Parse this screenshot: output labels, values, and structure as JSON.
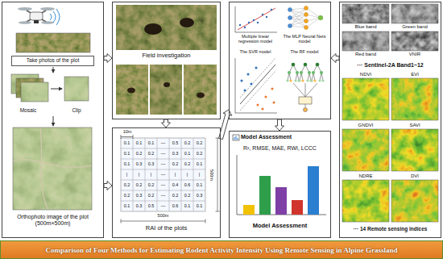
{
  "diagram": {
    "title": "Comparison of Four Methods for Estimating Rodent Activity Intensity Using Remote Sensing in Alpine Grassland",
    "nodes": [
      {
        "text": [
          "Mosaic",
          "Clip",
          "Orthophoto image of the plot (500m×500m)"
        ]
      },
      {
        "text": [
          "Take photos of the plot"
        ],
        "in": 0
      },
      {
        "text": [
          "Field investigation"
        ]
      },
      {
        "text": [
          "RAI of the plots"
        ]
      },
      {
        "text": [
          "Multiple linear regression model",
          "The MLP Neural Nets model",
          "The SVR model",
          "The RF model"
        ]
      },
      {
        "text": [
          "Model Assessment",
          "R², RMSE, MAE, RWI, LCCC",
          "Model Assessment"
        ]
      },
      {
        "text": [
          "Blue band",
          "Green band",
          "Red band",
          "VNIR",
          "··· Sentinel-2A Band1~12",
          "NDVI",
          "EVI",
          "GNDVI",
          "SAVI",
          "NDRE",
          "DVI",
          "··· 14 Remote sensing indices"
        ]
      }
    ],
    "edges": [
      {
        "from": 0,
        "to": 2,
        "arrow": "to"
      },
      {
        "from": 0,
        "to": 3,
        "arrow": "to"
      },
      {
        "from": 2,
        "to": 3,
        "arrow": "to"
      },
      {
        "from": 3,
        "to": 4,
        "arrow": "to"
      },
      {
        "from": 4,
        "to": 5,
        "arrow": "to"
      },
      {
        "from": 6,
        "to": 4,
        "arrow": "to"
      }
    ],
    "labels": [
      "0.1",
      "0.1",
      "0.1",
      "—",
      "0.5",
      "0.2",
      "0.2",
      "0.1",
      "0.2",
      "0.2",
      "—",
      "0.3",
      "0.1",
      "0.2",
      "0.1",
      "0.3",
      "0.3",
      "—",
      "0.2",
      "0.2",
      "0.1",
      "|",
      "|",
      "|",
      "—",
      "|",
      "|",
      "|",
      "0.2",
      "0.2",
      "0.2",
      "—",
      "0.4",
      "0.6",
      "0.1",
      "0.2",
      "0.3",
      "0.2",
      "—",
      "0.2",
      "0.2",
      "0.3",
      "0.1",
      "0.3",
      "0.5",
      "—",
      "0.6",
      "0.1",
      "0.1",
      "10m",
      "500m",
      "500m"
    ]
  }
}
